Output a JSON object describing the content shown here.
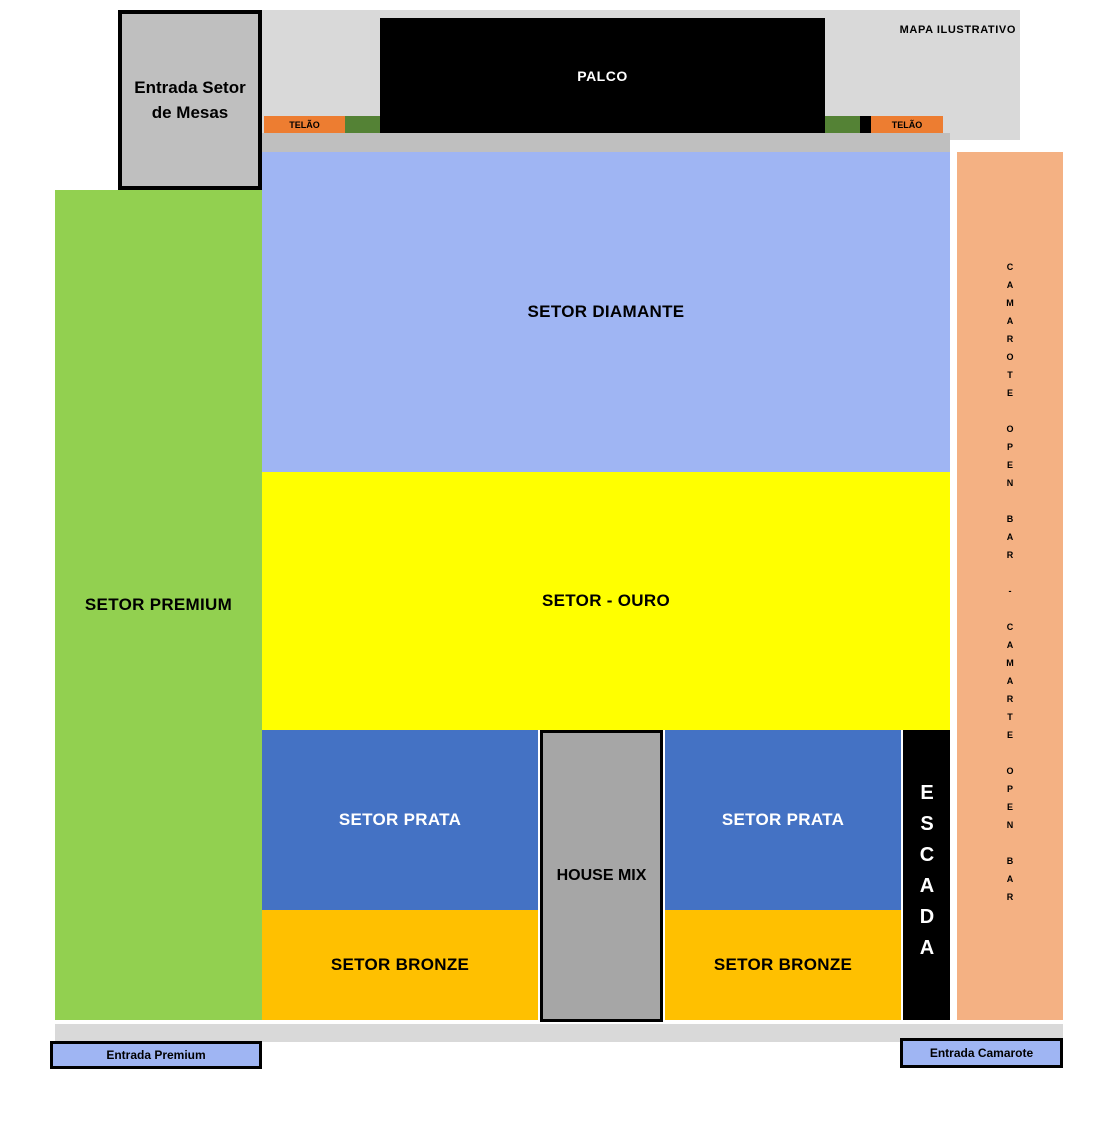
{
  "note": "MAPA ILUSTRATIVO",
  "stage": {
    "label": "PALCO",
    "color": "#000000"
  },
  "screens": {
    "left_label": "TELÃO",
    "right_label": "TELÃO",
    "telao_color": "#ed7d31",
    "side_screen_color": "#548235"
  },
  "sectors": {
    "diamante": {
      "label": "SETOR DIAMANTE",
      "color": "#9fb5f3"
    },
    "ouro": {
      "label": "SETOR - OURO",
      "color": "#ffff00"
    },
    "prata_left": {
      "label": "SETOR PRATA",
      "color": "#4472c4"
    },
    "prata_right": {
      "label": "SETOR PRATA",
      "color": "#4472c4"
    },
    "bronze_left": {
      "label": "SETOR BRONZE",
      "color": "#ffc000"
    },
    "bronze_right": {
      "label": "SETOR BRONZE",
      "color": "#ffc000"
    },
    "premium": {
      "label": "SETOR PREMIUM",
      "color": "#92d050"
    },
    "house_mix": {
      "label": "HOUSE MIX",
      "color": "#a6a6a6"
    },
    "escada": {
      "label": "ESCADA",
      "color": "#000000"
    },
    "camarote": {
      "label": "CAMAROTE OPEN BAR - CAMARTE OPEN BAR",
      "color": "#f4b183"
    }
  },
  "entrances": {
    "mesas": {
      "label": "Entrada Setor de Mesas",
      "color": "#bfbfbf"
    },
    "premium": {
      "label": "Entrada Premium",
      "color": "#9fb5f3"
    },
    "camarote": {
      "label": "Entrada Camarote",
      "color": "#9fb5f3"
    }
  },
  "misc_colors": {
    "stage_area_bg": "#d9d9d9",
    "under_stage_strip": "#bfbfbf",
    "bottom_walkway": "#d9d9d9"
  }
}
